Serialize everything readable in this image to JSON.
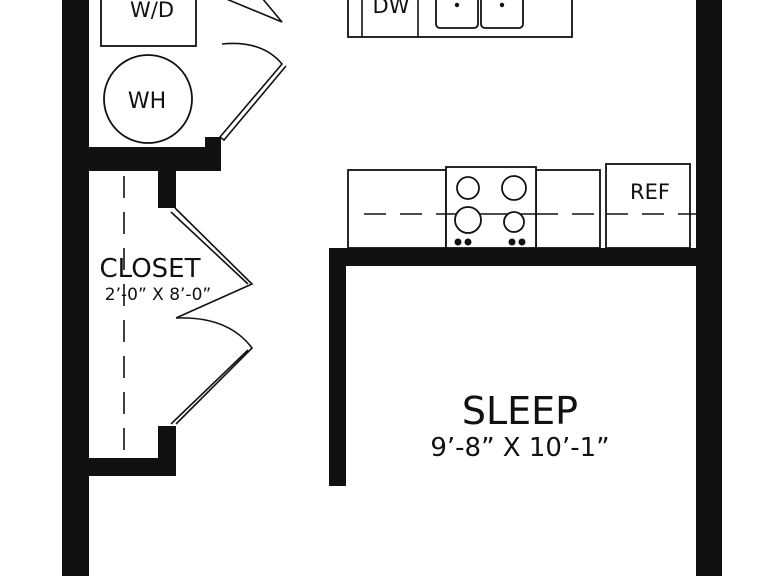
{
  "floorplan": {
    "colors": {
      "wall": "#111111",
      "background": "#ffffff"
    },
    "rooms": {
      "sleep": {
        "name": "SLEEP",
        "dimensions": "9’-8” X 10’-1”"
      },
      "closet": {
        "name": "CLOSET",
        "dimensions": "2’-0” X 8’-0”"
      }
    },
    "fixtures": {
      "washer_dryer": "W/D",
      "water_heater": "WH",
      "dishwasher": "DW",
      "refrigerator": "REF"
    }
  }
}
